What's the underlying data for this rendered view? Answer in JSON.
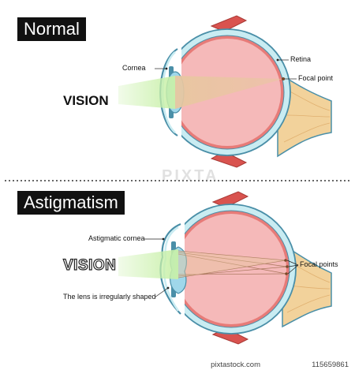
{
  "normal": {
    "title": "Normal",
    "vision_label": "VISION",
    "labels": {
      "cornea": "Cornea",
      "retina": "Retina",
      "focal": "Focal point"
    }
  },
  "astigmatism": {
    "title": "Astigmatism",
    "vision_label": "VISION",
    "labels": {
      "cornea": "Astigmatic cornea",
      "lens": "The lens is irregularly shaped",
      "focal": "Focal points"
    }
  },
  "watermark": "PIXTA",
  "footer": {
    "site": "pixtastock.com",
    "id": "115659861"
  },
  "colors": {
    "eye_inner": "#f5b9b9",
    "sclera": "#c9ecf2",
    "outline": "#4a8fa8",
    "retina_band": "#e77b78",
    "muscle": "#d9534f",
    "optic_nerve": "#f2d29b",
    "light_beam": "#c8f0a8",
    "focus_cone": "#e8c7a0",
    "lens": "#9fd7ea"
  }
}
